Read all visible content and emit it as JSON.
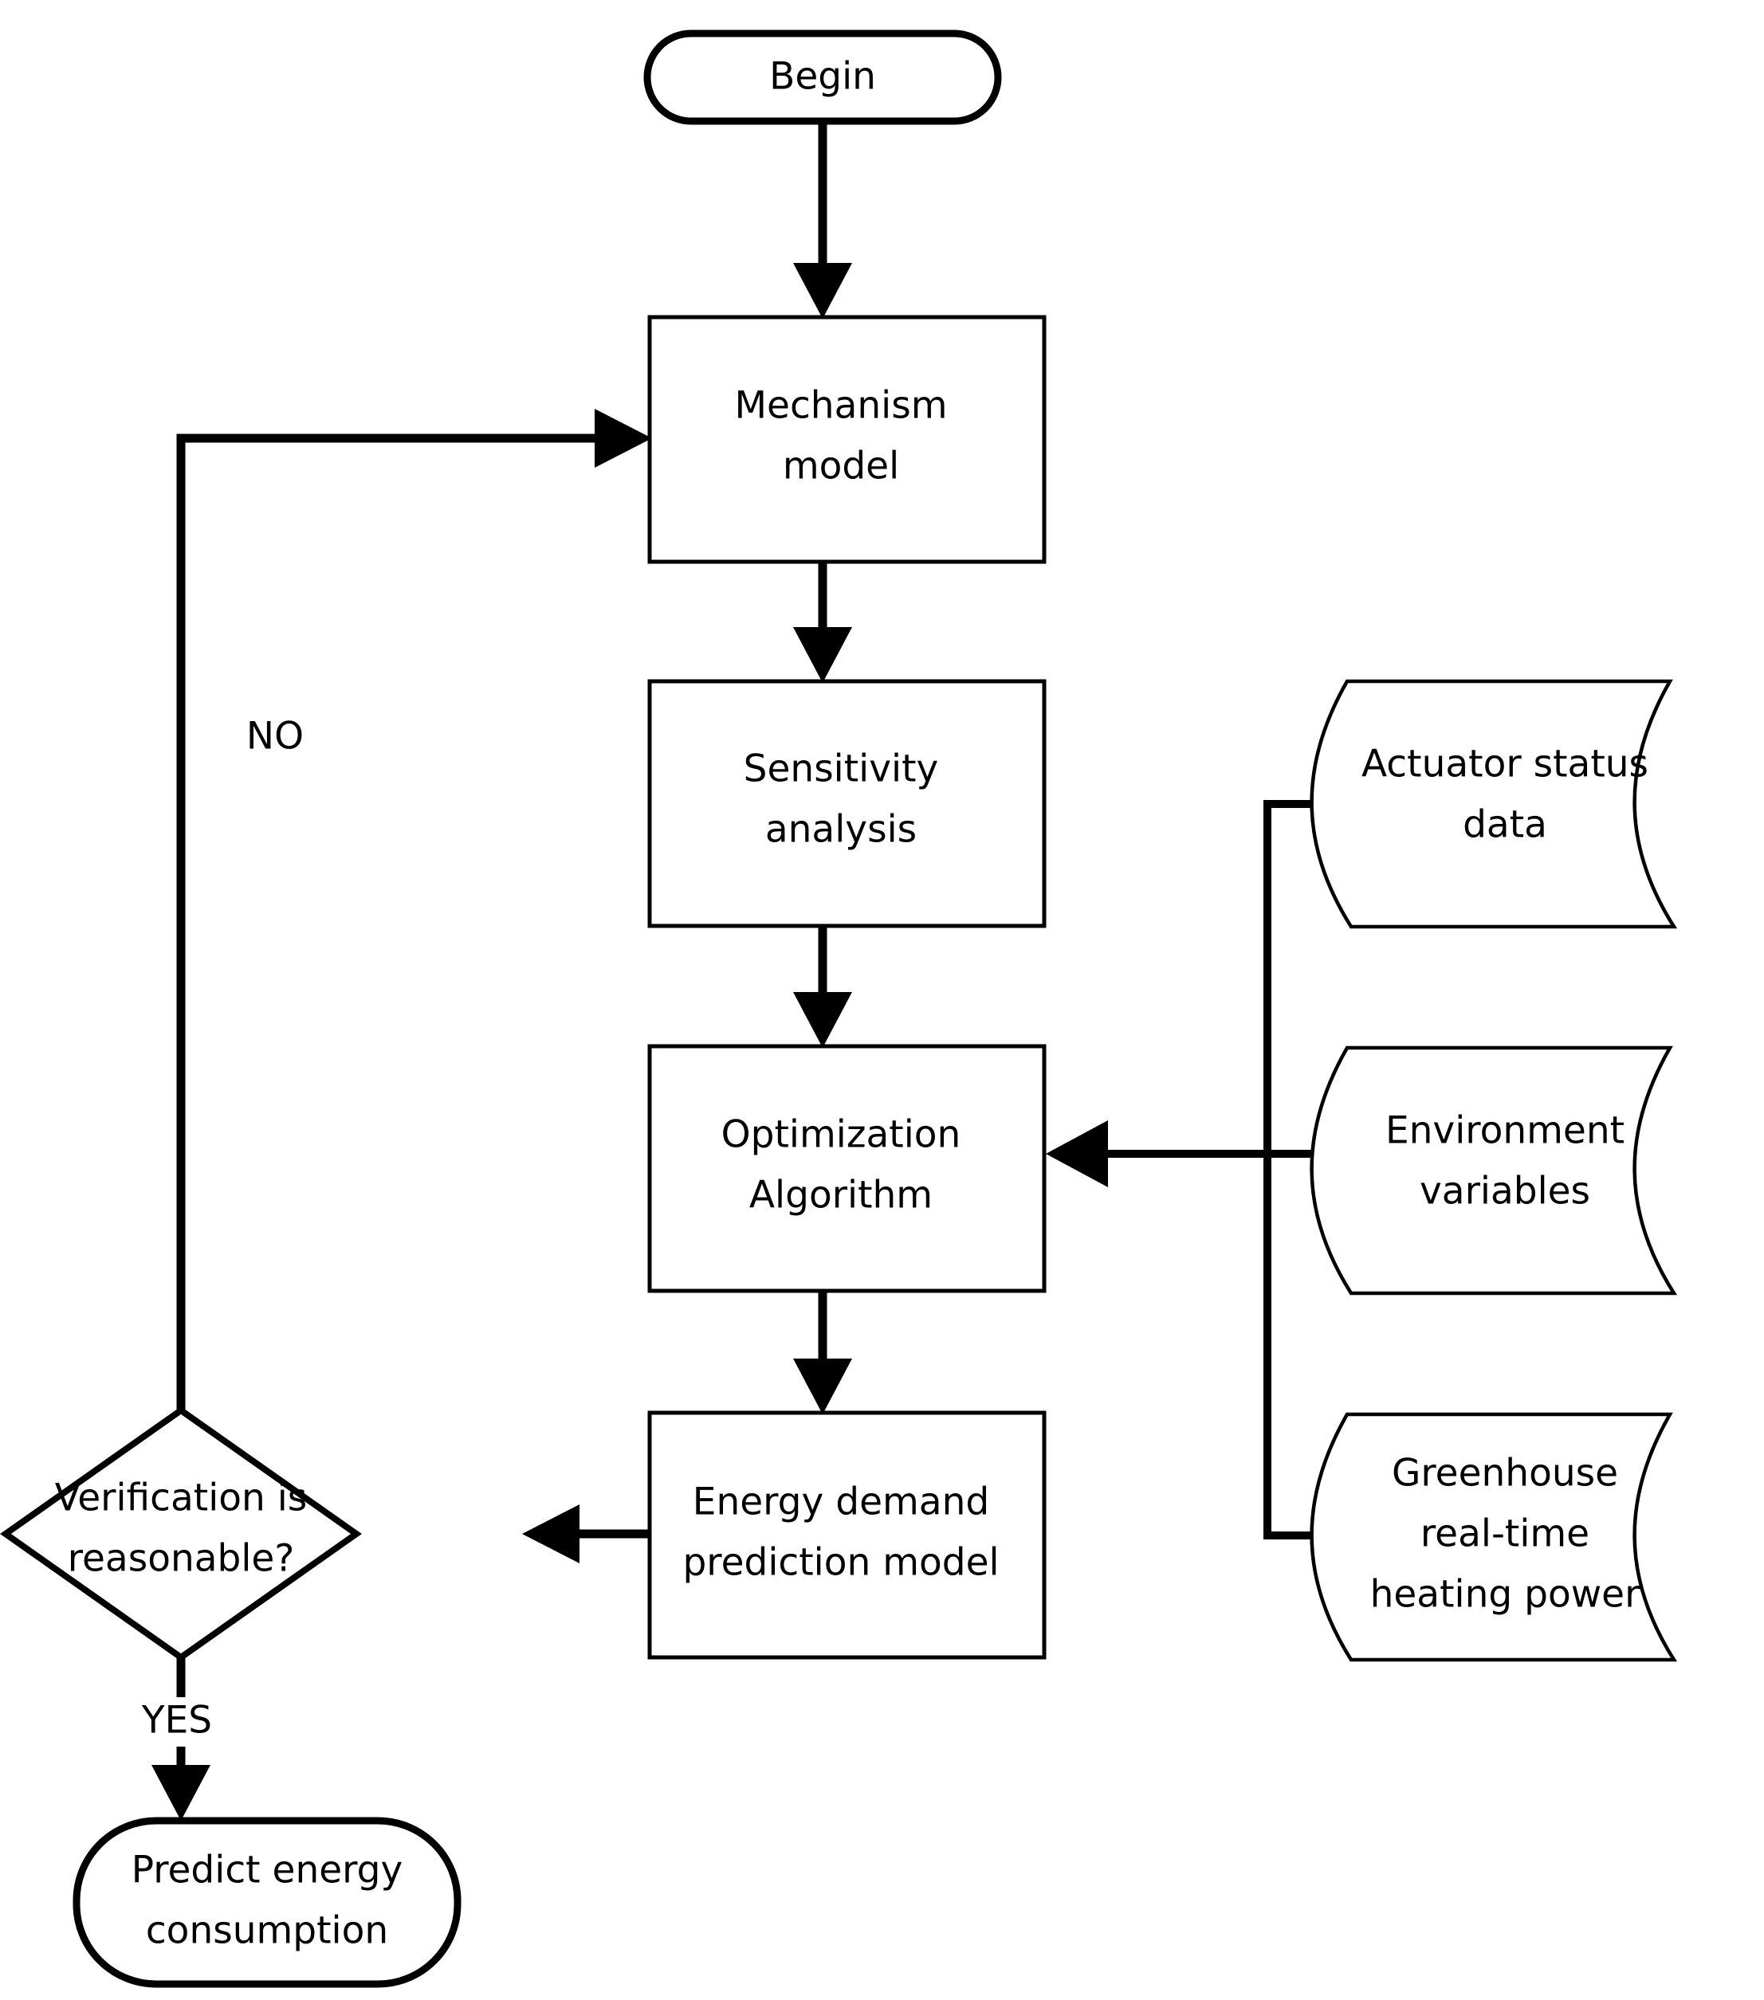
{
  "diagram": {
    "title": "Energy demand prediction flowchart",
    "background_color": "#ffffff",
    "line_color": "#000000",
    "nodes": {
      "begin": {
        "label": "Begin",
        "shape": "terminal"
      },
      "mechanism_model": {
        "label_line1": "Mechanism",
        "label_line2": "model",
        "shape": "process"
      },
      "sensitivity_analysis": {
        "label_line1": "Sensitivity",
        "label_line2": "analysis",
        "shape": "process"
      },
      "optimization_algorithm": {
        "label_line1": "Optimization",
        "label_line2": "Algorithm",
        "shape": "process"
      },
      "energy_demand_prediction_model": {
        "label_line1": "Energy demand",
        "label_line2": "prediction model",
        "shape": "process"
      },
      "verification_decision": {
        "label_line1": "Verification is",
        "label_line2": "reasonable?",
        "shape": "decision"
      },
      "predict_energy_consumption": {
        "label_line1": "Predict energy",
        "label_line2": "consumption",
        "shape": "terminal"
      },
      "actuator_status_data": {
        "label_line1": "Actuator status",
        "label_line2": "data",
        "shape": "stored-data"
      },
      "environment_variables": {
        "label_line1": "Environment",
        "label_line2": "variables",
        "shape": "stored-data"
      },
      "greenhouse_heating_power": {
        "label_line1": "Greenhouse",
        "label_line2": "real-time",
        "label_line3": "heating power",
        "shape": "stored-data"
      }
    },
    "edge_labels": {
      "no_branch": "NO",
      "yes_branch": "YES"
    }
  }
}
